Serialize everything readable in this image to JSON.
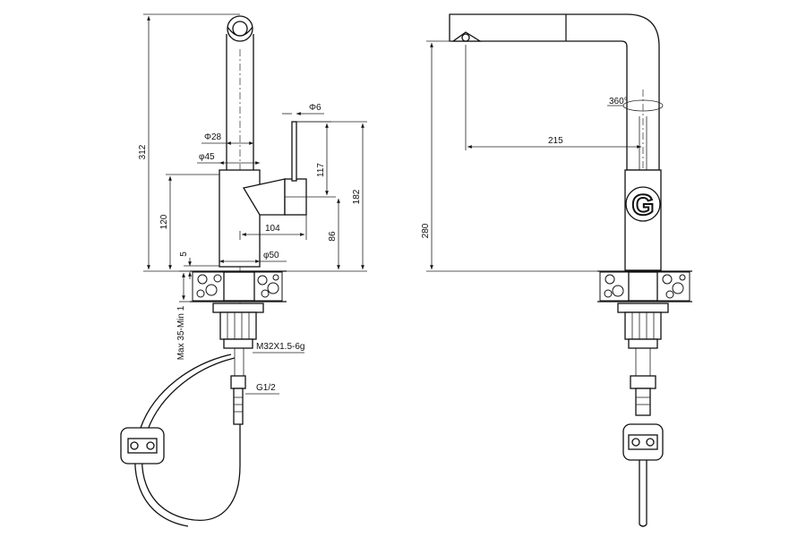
{
  "left_view": {
    "dimensions": {
      "height_total": "312",
      "spout_diameter": "Φ28",
      "lever_diameter": "Φ6",
      "body_diameter": "φ45",
      "lever_height": "117",
      "body_height": "120",
      "lever_total": "182",
      "lever_reach": "104",
      "lever_base": "86",
      "base_offset": "5",
      "base_diameter": "φ50",
      "deck_thickness": "Max 35-Min 1",
      "thread_size": "M32X1.5-6g",
      "connection": "G1/2"
    }
  },
  "right_view": {
    "dimensions": {
      "rotation": "360°",
      "reach": "215",
      "height": "280"
    },
    "logo_letter": "G"
  }
}
